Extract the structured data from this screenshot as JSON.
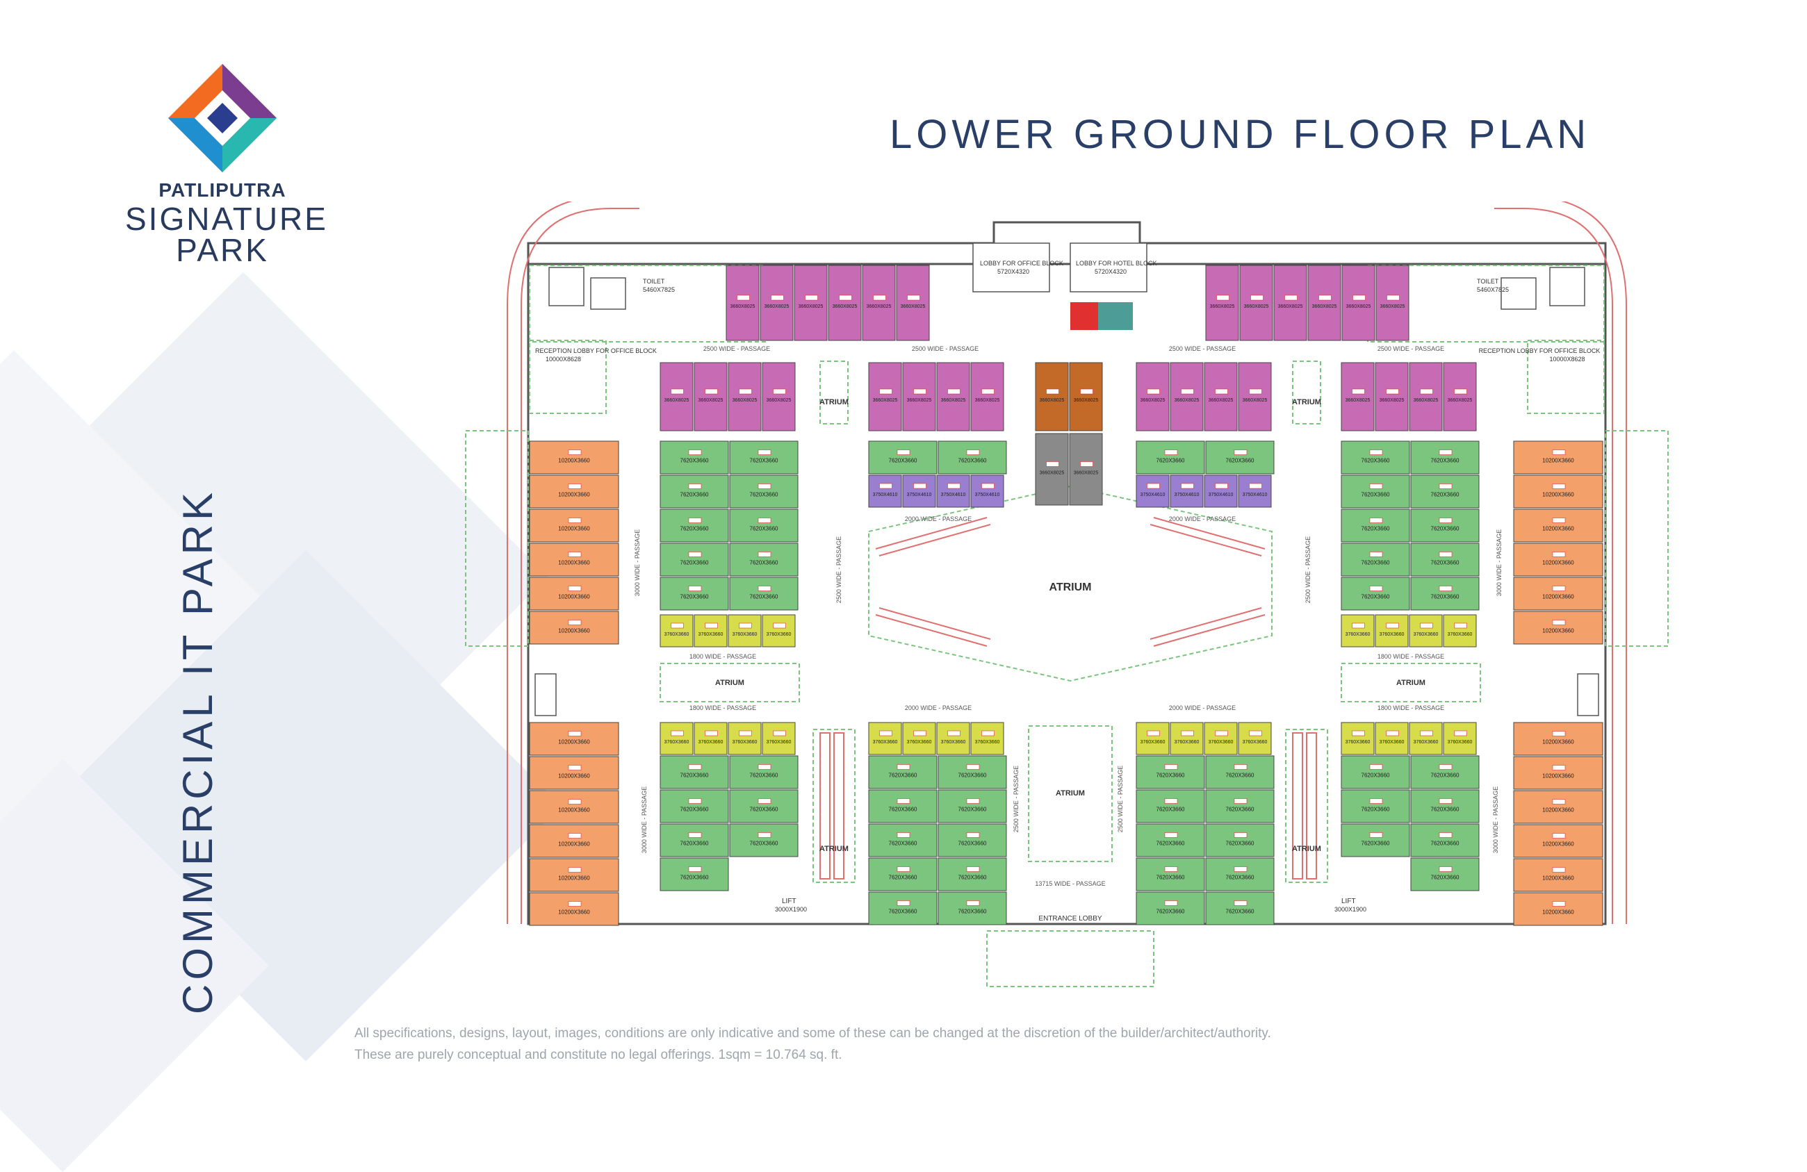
{
  "brand": {
    "line1": "PATLIPUTRA",
    "line2": "SIGNATURE",
    "line3": "PARK"
  },
  "title": "LOWER GROUND FLOOR PLAN",
  "side_title": "COMMERCIAL IT PARK",
  "disclaimer": {
    "line1": "All specifications, designs, layout, images, conditions are only indicative and some of these can be changed at the discretion of the builder/architect/authority.",
    "line2": "These are purely conceptual and constitute no legal offerings.  1sqm = 10.764 sq. ft."
  },
  "colors": {
    "navy": "#2a3f68",
    "magenta": "#c66bb4",
    "green": "#7cc57e",
    "yellow": "#d7dd4a",
    "orange": "#f3a06a",
    "purple": "#9a7fd0",
    "brown": "#c46a28",
    "grey": "#8a8a8a",
    "red": "#e03030"
  },
  "plan": {
    "atrium": "ATRIUM",
    "passage_2500": "2500 WIDE - PASSAGE",
    "passage_2000": "2000 WIDE - PASSAGE",
    "passage_1800": "1800 WIDE - PASSAGE",
    "passage_3000": "3000 WIDE - PASSAGE",
    "passage_2500v": "2500 WIDE - PASSAGE",
    "passage_13715": "13715 WIDE - PASSAGE",
    "toilet": "TOILET",
    "toilet_size": "5460X7825",
    "lift": "LIFT",
    "lift_size": "3000X1900",
    "lobby_office": "LOBBY FOR OFFICE BLOCK",
    "lobby_hotel": "LOBBY FOR HOTEL BLOCK",
    "lobby_size": "5720X4320",
    "reception": "RECEPTION LOBBY FOR OFFICE BLOCK",
    "reception_size": "10000X8628",
    "entrance": "ENTRANCE LOBBY",
    "size_magenta": "3660X8025",
    "size_green": "7620X3660",
    "size_yellow": "3760X3660",
    "size_orange": "10200X3660",
    "size_purple": "3750X4610"
  }
}
